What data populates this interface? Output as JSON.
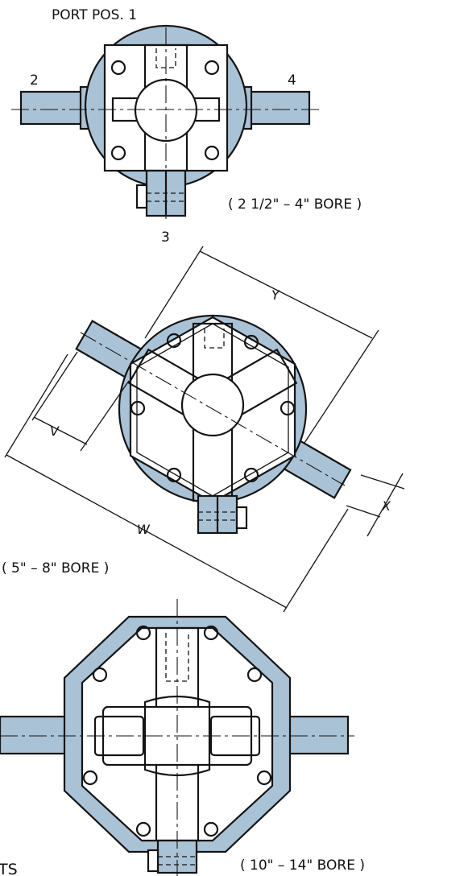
{
  "drawing": {
    "port_label": "PORT POS. 1",
    "port_2": "2",
    "port_3": "3",
    "port_4": "4",
    "caption_small": "( 2 1/2\" – 4\" BORE )",
    "caption_medium": "( 5\" – 8\" BORE )",
    "caption_large": "( 10\" – 14\" BORE )",
    "dim_v": "V",
    "dim_w": "W",
    "dim_x": "X",
    "dim_y": "Y",
    "edge_fragment": "TS"
  },
  "colors": {
    "fill": "#aac2d6",
    "line": "#141414"
  }
}
